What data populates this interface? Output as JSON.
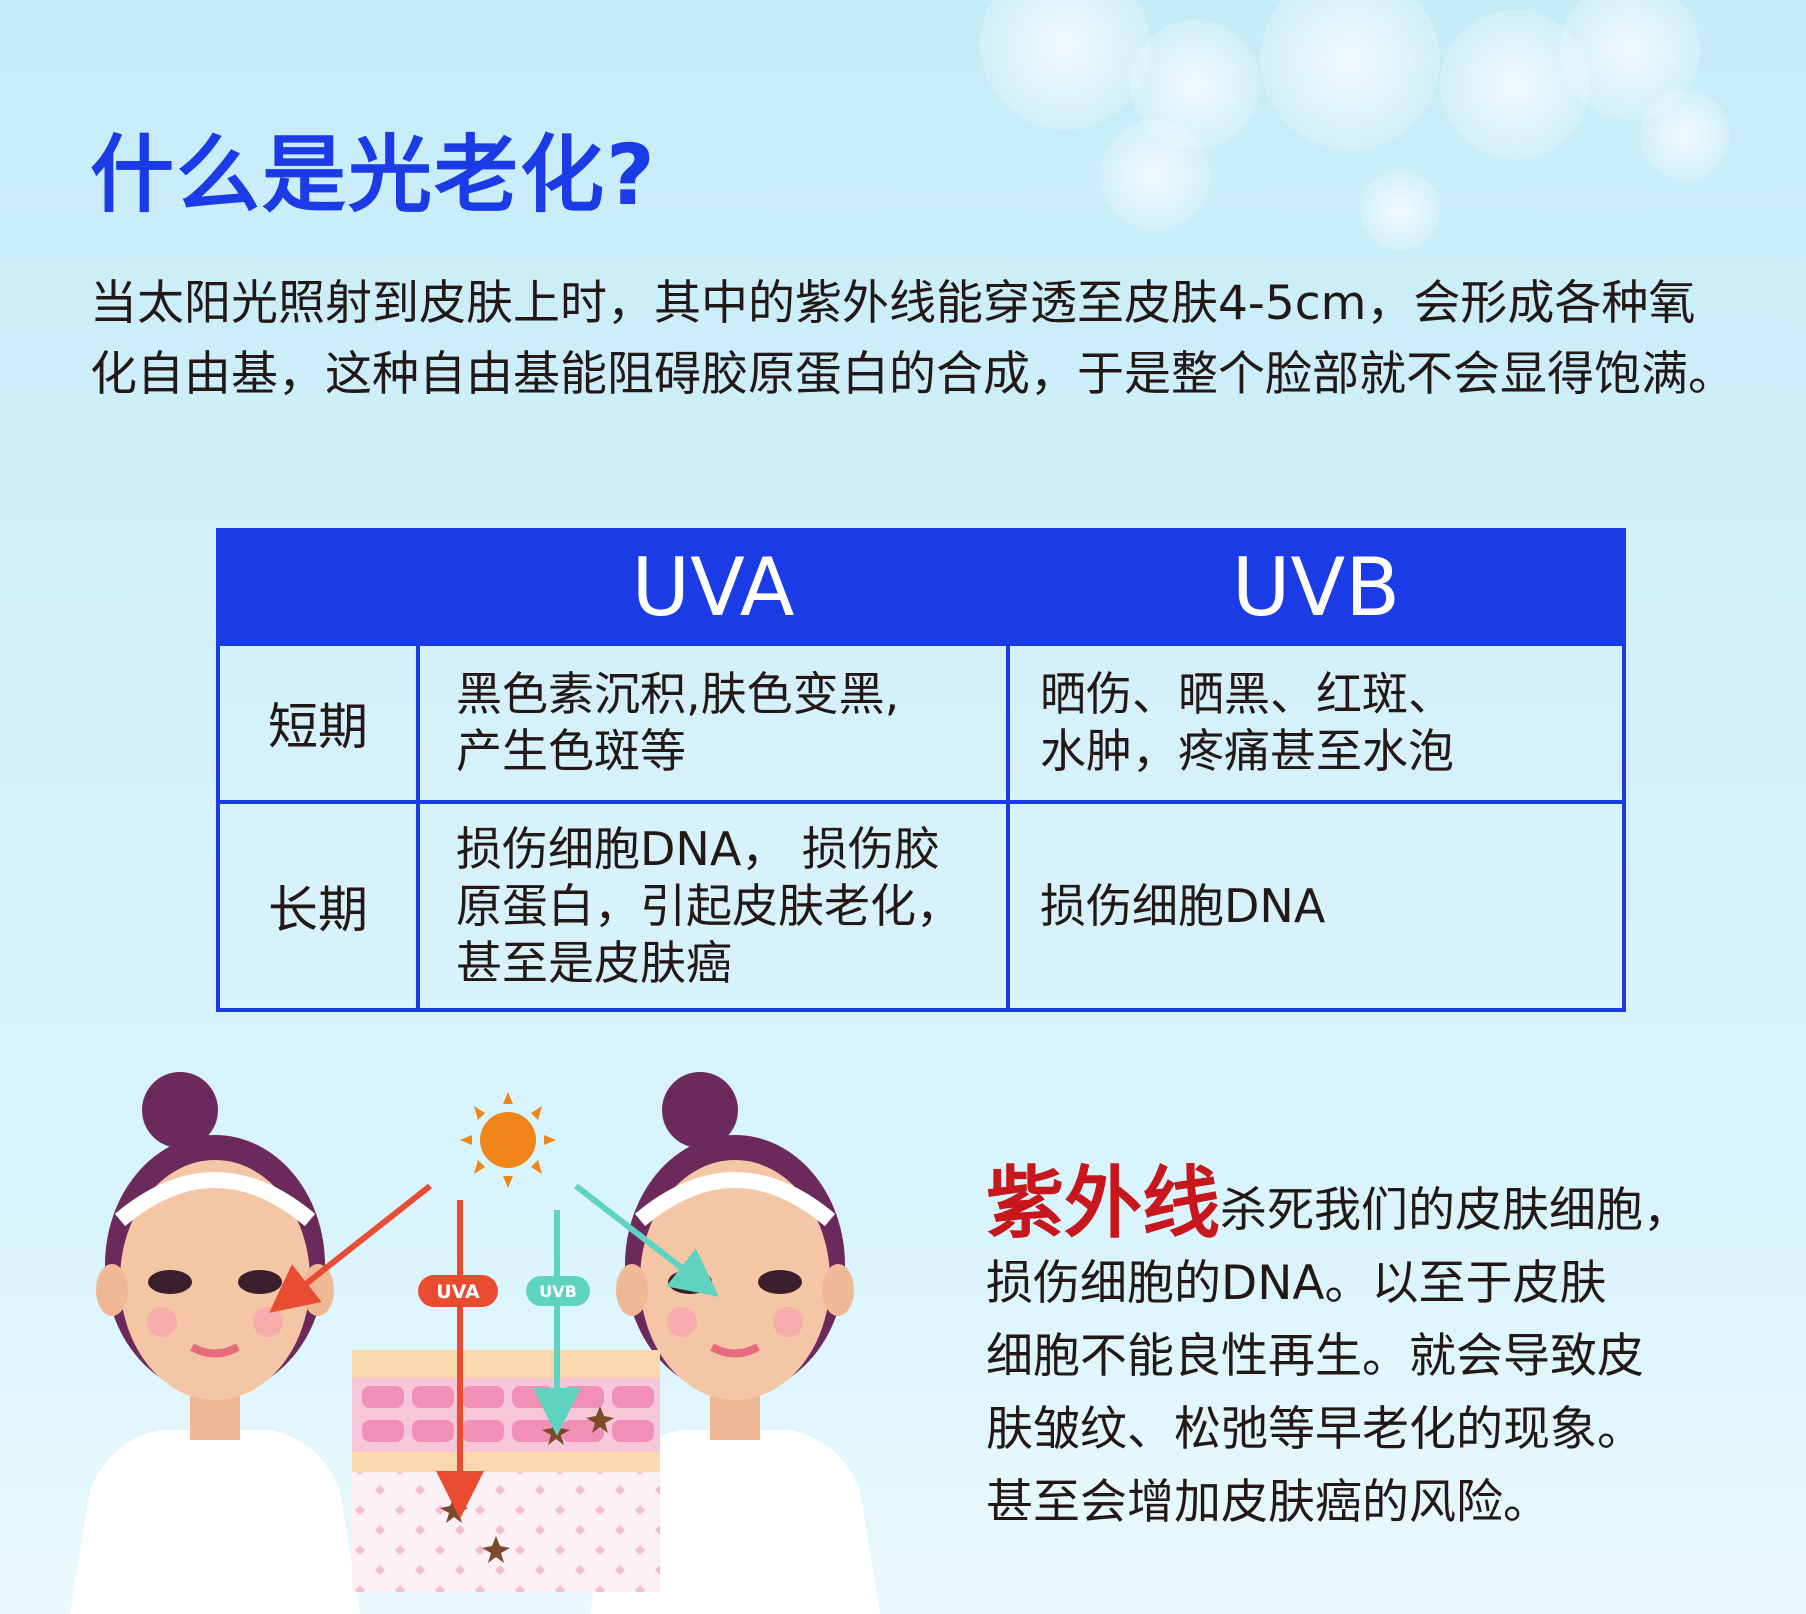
{
  "title": "什么是光老化?",
  "intro": "当太阳光照射到皮肤上时，其中的紫外线能穿透至皮肤4-5cm，会形成各种氧化自由基，这种自由基能阻碍胶原蛋白的合成，于是整个脸部就不会显得饱满。",
  "table": {
    "headers": [
      "UVA",
      "UVB"
    ],
    "rows": [
      {
        "label": "短期",
        "uva": "黑色素沉积,肤色变黑,\n产生色斑等",
        "uvb": "晒伤、晒黑、红斑、\n水肿，疼痛甚至水泡"
      },
      {
        "label": "长期",
        "uva": "损伤细胞DNA， 损伤胶\n原蛋白，引起皮肤老化，\n甚至是皮肤癌",
        "uvb": "损伤细胞DNA"
      }
    ]
  },
  "illustration": {
    "uva_tag": "UVA",
    "uvb_tag": "UVB",
    "colors": {
      "sun": "#f08519",
      "uva_arrow": "#e94c30",
      "uvb_arrow": "#5fd3c2",
      "hair": "#6b2a5b",
      "skin": "#f4c6a6"
    }
  },
  "side": {
    "highlight": "紫外线",
    "text": "杀死我们的皮肤细胞，\n损伤细胞的DNA。以至于皮肤\n细胞不能良性再生。就会导致皮\n肤皱纹、松弛等早老化的现象。\n甚至会增加皮肤癌的风险。"
  }
}
